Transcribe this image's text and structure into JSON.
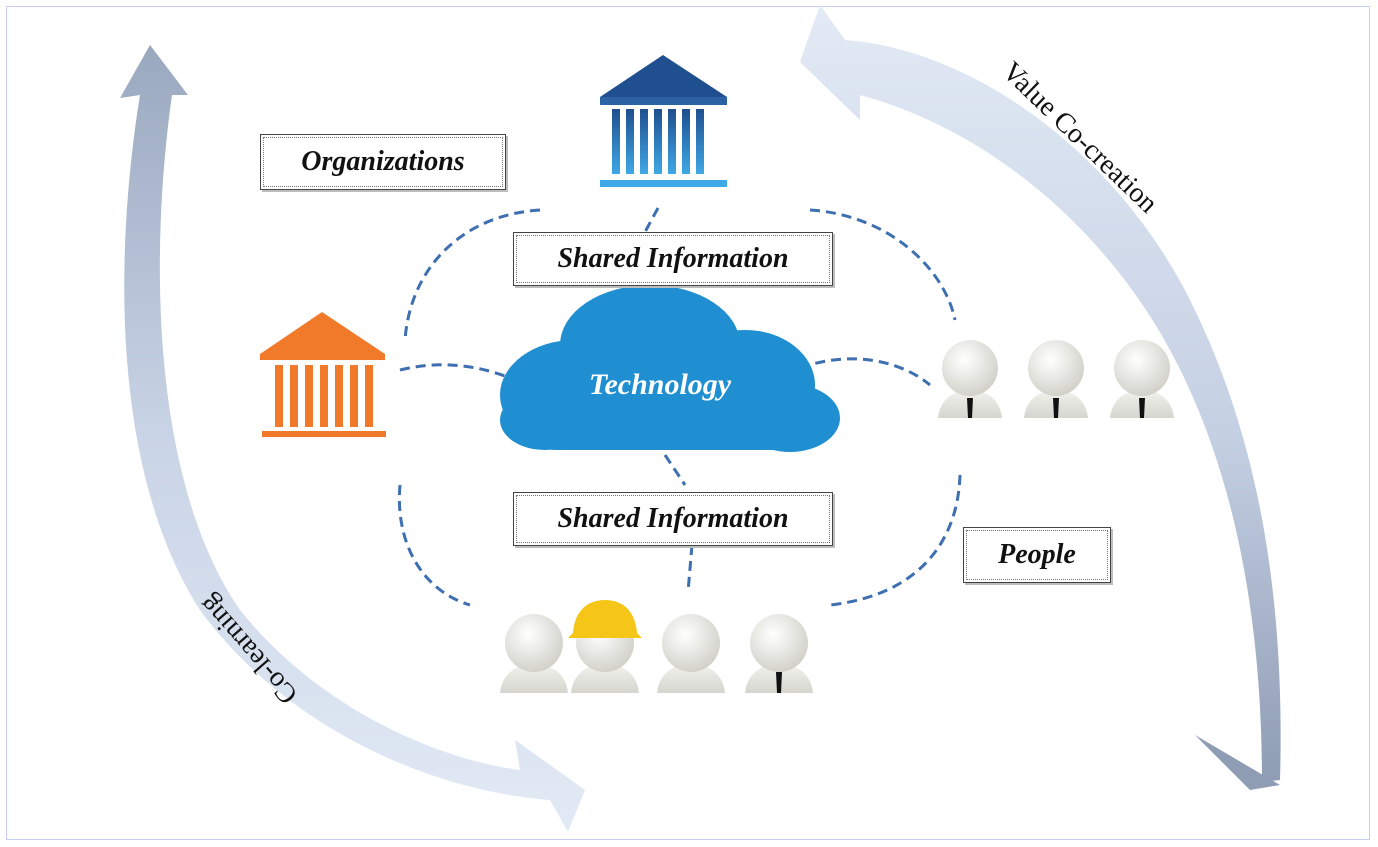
{
  "labels": {
    "organizations": "Organizations",
    "shared_info_top": "Shared Information",
    "technology": "Technology",
    "shared_info_bottom": "Shared Information",
    "people": "People",
    "value_cocreation": "Value Co-creation",
    "colearning": "Co-learning"
  },
  "colors": {
    "arrow_light": "#dde6f2",
    "arrow_dark": "#98a6bd",
    "cloud": "#1f8fd1",
    "org_blue": "#2f74b5",
    "org_orange": "#f07a2a",
    "dash": "#3e6fb0",
    "hardhat": "#f5c518"
  }
}
